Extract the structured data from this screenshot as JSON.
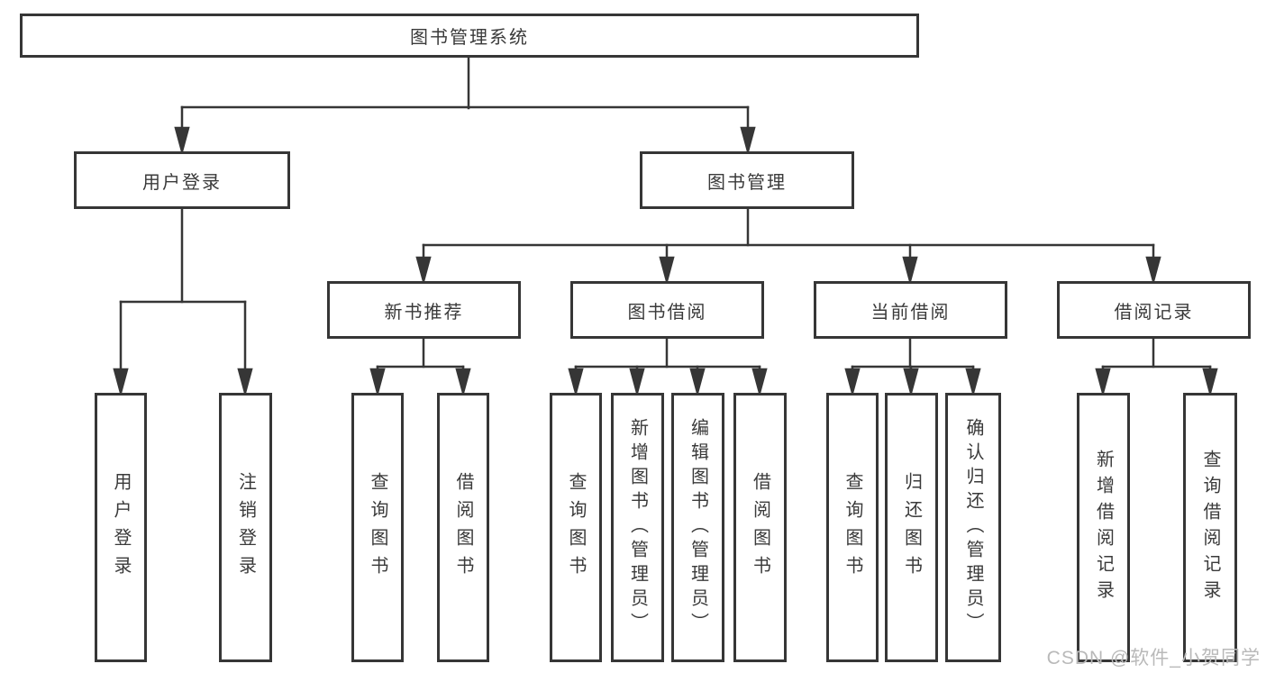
{
  "diagram": {
    "root": {
      "label": "图书管理系统"
    },
    "login": {
      "label": "用户登录",
      "children": [
        {
          "label": "用户登录"
        },
        {
          "label": "注销登录"
        }
      ]
    },
    "management": {
      "label": "图书管理",
      "sections": [
        {
          "label": "新书推荐",
          "children": [
            {
              "label": "查询图书"
            },
            {
              "label": "借阅图书"
            }
          ]
        },
        {
          "label": "图书借阅",
          "children": [
            {
              "label": "查询图书"
            },
            {
              "label": "新增图书（管理员）"
            },
            {
              "label": "编辑图书（管理员）"
            },
            {
              "label": "借阅图书"
            }
          ]
        },
        {
          "label": "当前借阅",
          "children": [
            {
              "label": "查询图书"
            },
            {
              "label": "归还图书"
            },
            {
              "label": "确认归还（管理员）"
            }
          ]
        },
        {
          "label": "借阅记录",
          "children": [
            {
              "label": "新增借阅记录"
            },
            {
              "label": "查询借阅记录"
            }
          ]
        }
      ]
    }
  },
  "watermark": {
    "text": "CSDN @软件_小贺同学"
  },
  "colors": {
    "line": "#363636",
    "text": "#3a3a3a",
    "watermark": "#b9b9b9",
    "background": "#ffffff"
  }
}
